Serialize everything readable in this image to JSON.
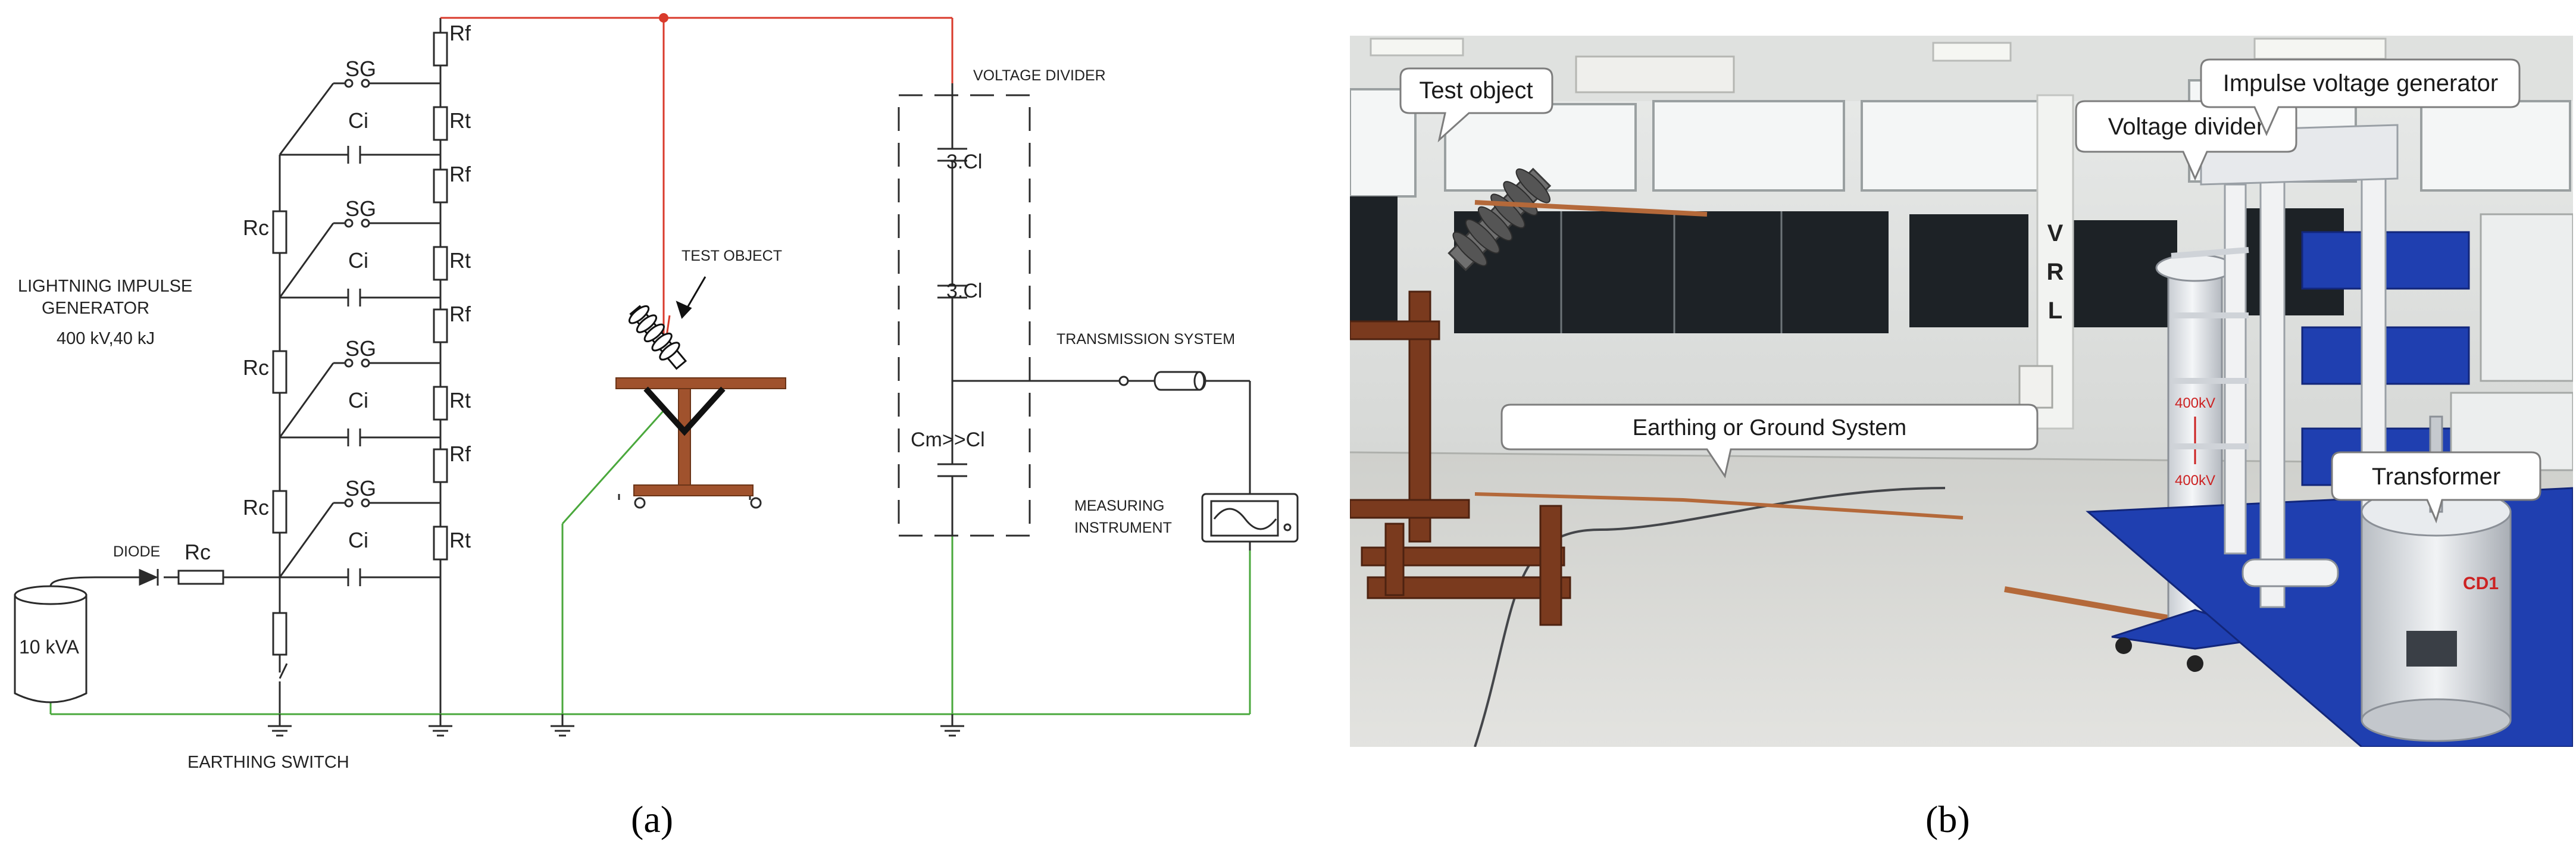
{
  "panel_a": {
    "label": "(a)",
    "generator_title_line1": "LIGHTNING IMPULSE",
    "generator_title_line2": "GENERATOR",
    "generator_rating": "400 kV,40 kJ",
    "supply": "10 kVA",
    "diode": "DIODE",
    "charging_resistor": "Rc",
    "stage_resistor": "Rc",
    "spark_gap": "SG",
    "stage_capacitor": "Ci",
    "front_resistor": "Rf",
    "tail_resistor": "Rt",
    "earthing_switch": "EARTHING SWITCH",
    "test_object": "TEST OBJECT",
    "voltage_divider": "VOLTAGE DIVIDER",
    "divider_cap_1": "3.Cl",
    "divider_cap_2": "3.Cl",
    "divider_cap_3": "Cm>>Cl",
    "transmission_system": "TRANSMISSION SYSTEM",
    "measuring_line1": "MEASURING",
    "measuring_line2": "INSTRUMENT",
    "colors": {
      "hv_wire": "#d93a2b",
      "ground_wire": "#4aa83c",
      "wire": "#2b2b2b",
      "stand": "#a0522d"
    }
  },
  "panel_b": {
    "label": "(b)",
    "callouts": {
      "test_object": "Test object",
      "voltage_divider": "Voltage divider",
      "impulse_generator": "Impulse voltage generator",
      "earthing": "Earthing or Ground System",
      "transformer": "Transformer"
    },
    "wall_letters": [
      "V",
      "R",
      "L"
    ],
    "divider_marking_top": "400kV",
    "divider_marking_bottom": "400kV",
    "transformer_marking": "CD1",
    "colors": {
      "generator_blue": "#1f3fb0",
      "wood": "#7a3a1e",
      "floor": "#d9dad6"
    }
  }
}
